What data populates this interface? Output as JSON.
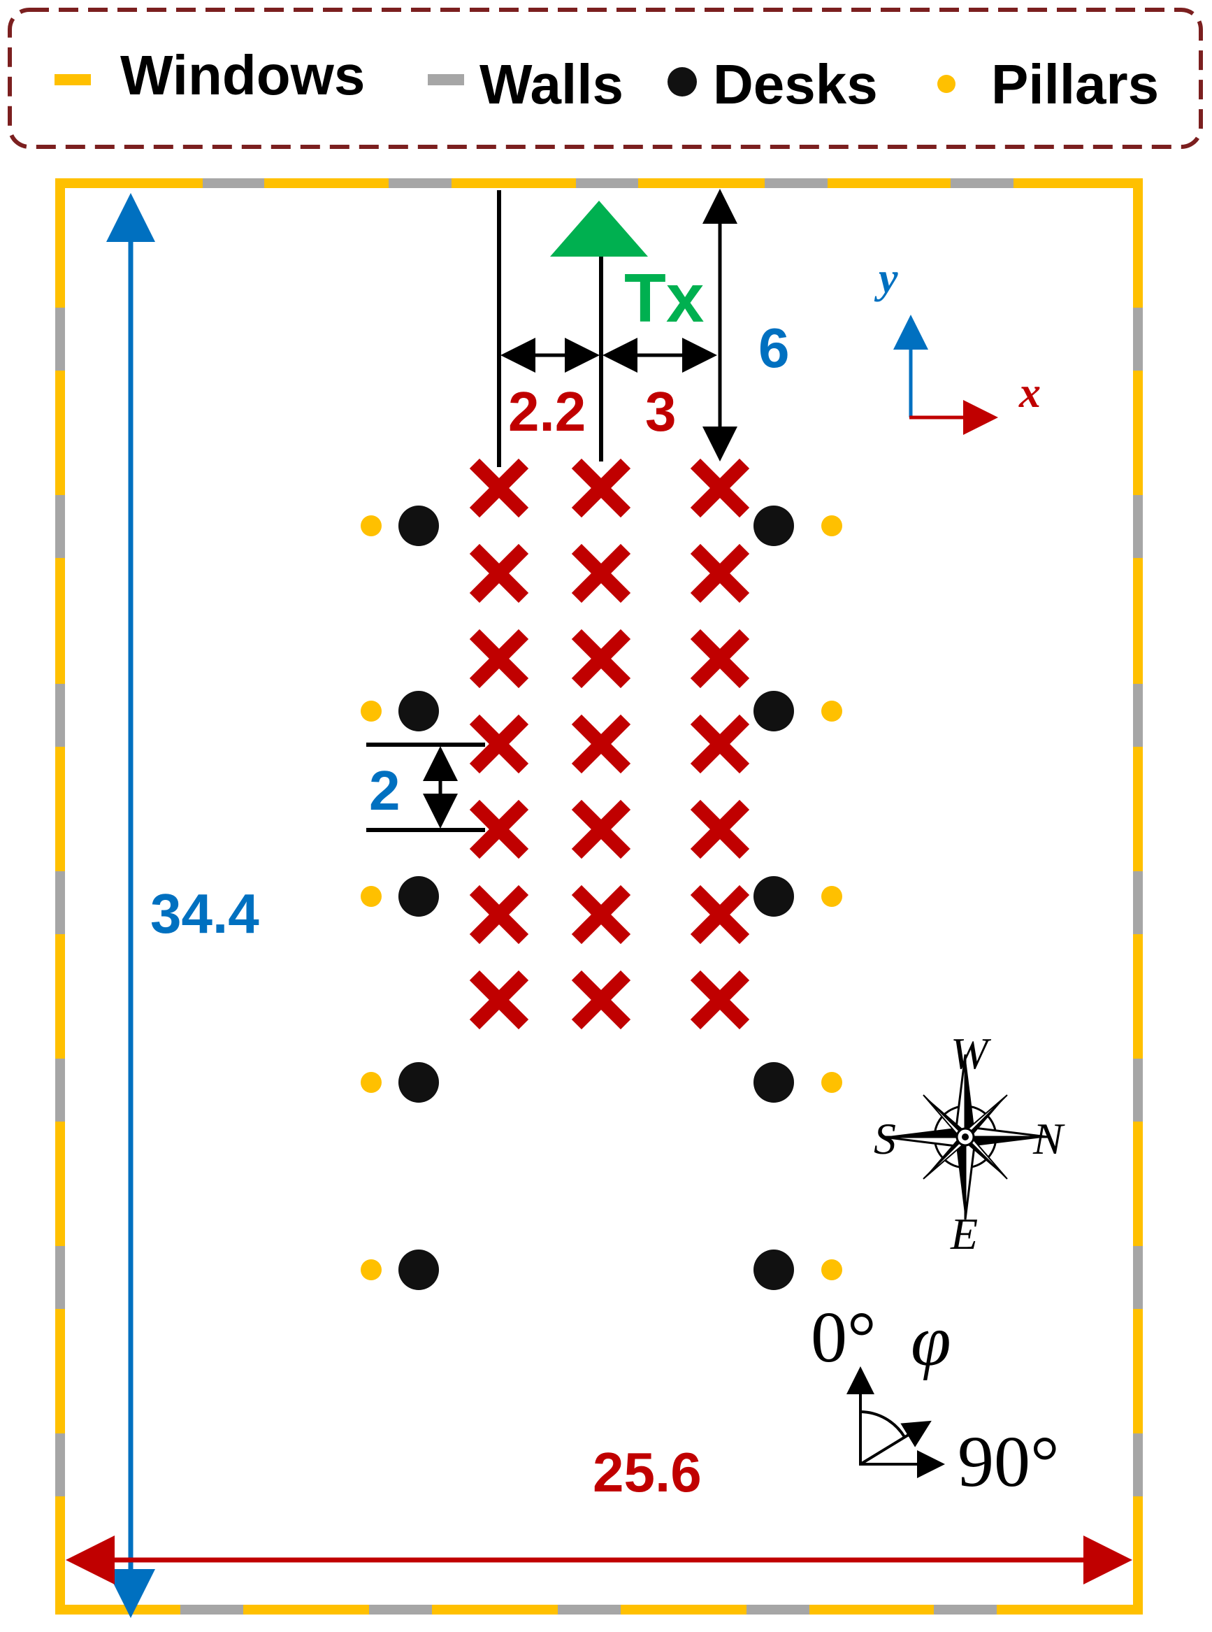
{
  "legend": {
    "windows_label": "Windows",
    "walls_label": "Walls",
    "desks_label": "Desks",
    "pillars_label": "Pillars"
  },
  "transmitter_label": "Tx",
  "dimensions": {
    "room_length": "34.4",
    "room_width": "25.6",
    "tx_to_first_row": "6",
    "left_column_spacing": "2.2",
    "right_column_spacing": "3",
    "row_spacing": "2"
  },
  "axes": {
    "x_label": "x",
    "y_label": "y"
  },
  "compass": {
    "top": "W",
    "left": "S",
    "right": "N",
    "bottom": "E"
  },
  "angle": {
    "zero_label": "0°",
    "ninety_label": "90°",
    "symbol": "φ"
  },
  "colors": {
    "windows": "#FFC000",
    "walls": "#A6A6A6",
    "desks": "#111111",
    "pillars": "#FFC000",
    "tx": "#00B050",
    "markers": "#C00000",
    "blue": "#0070C0",
    "red": "#C00000",
    "legend_border": "#7B1F1F"
  },
  "receiver_grid": {
    "columns": 3,
    "rows": 7
  }
}
